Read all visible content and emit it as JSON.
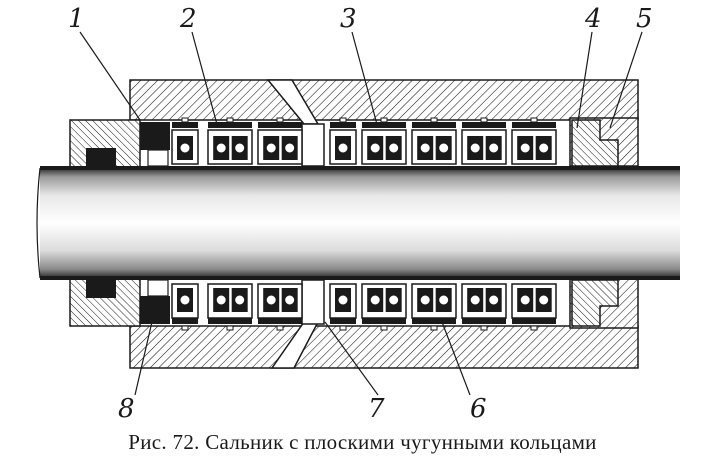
{
  "labels": {
    "l1": "1",
    "l2": "2",
    "l3": "3",
    "l4": "4",
    "l5": "5",
    "l6": "6",
    "l7": "7",
    "l8": "8"
  },
  "caption": "Рис. 72. Сальник с плоскими чугунными кольцами",
  "colors": {
    "ink": "#1a1a1a",
    "paper": "#ffffff"
  }
}
